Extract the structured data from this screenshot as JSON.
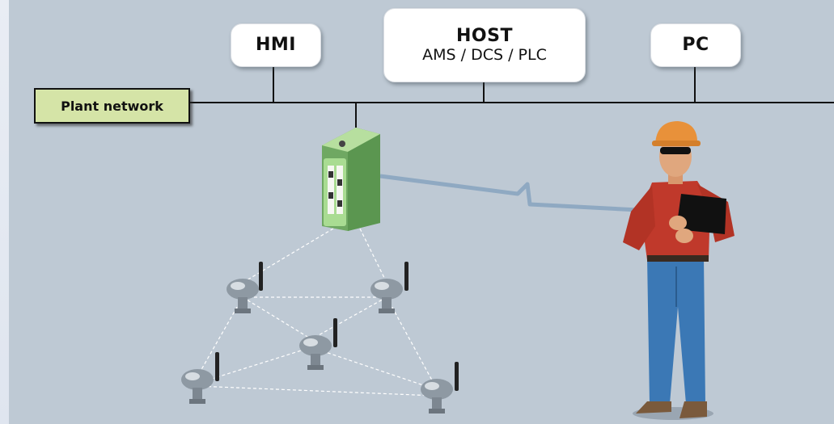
{
  "boxes": {
    "hmi": {
      "title": "HMI"
    },
    "host": {
      "title": "HOST",
      "subtitle": "AMS / DCS / PLC"
    },
    "pc": {
      "title": "PC"
    }
  },
  "plant_network": {
    "label": "Plant network"
  },
  "colors": {
    "panel": "#bec9d4",
    "label_fill": "#d5e4a7",
    "gateway_green": "#8cc97a",
    "wireless_link": "#8fa9c2",
    "shirt": "#c0392b",
    "jeans": "#3b78b5",
    "hardhat": "#e8913a"
  },
  "icons": [
    "wireless-gateway-icon",
    "wireless-transmitter-icon",
    "technician-with-handheld-icon"
  ]
}
